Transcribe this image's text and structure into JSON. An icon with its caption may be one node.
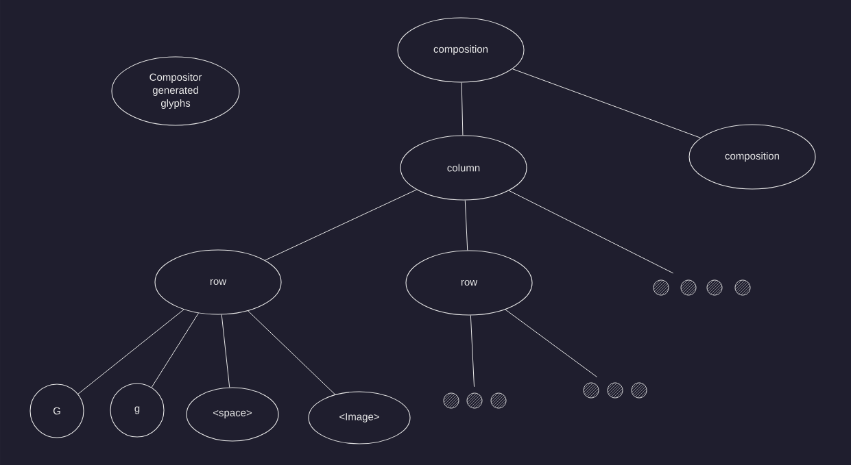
{
  "diagram": {
    "nodes": [
      {
        "text": [
          "composition"
        ]
      },
      {
        "text": [
          "Compositor generated glyphs"
        ]
      },
      {
        "text": [
          "composition"
        ]
      },
      {
        "text": [
          "column"
        ]
      },
      {
        "text": [
          "row"
        ]
      },
      {
        "text": [
          "row"
        ]
      },
      {
        "text": [],
        "shape": "circle"
      },
      {
        "text": [
          "G"
        ]
      },
      {
        "text": [
          "g"
        ]
      },
      {
        "text": [
          "<space>"
        ]
      },
      {
        "text": [
          "<Image>"
        ]
      },
      {
        "text": [],
        "shape": "circle"
      },
      {
        "text": [],
        "shape": "circle"
      }
    ],
    "edges": [
      {
        "from": 0,
        "to": 3,
        "arrow": "none"
      },
      {
        "from": 0,
        "to": 2,
        "arrow": "none"
      },
      {
        "from": 3,
        "to": 4,
        "arrow": "none"
      },
      {
        "from": 3,
        "to": 5,
        "arrow": "none"
      },
      {
        "from": 3,
        "to": 6,
        "arrow": "none"
      },
      {
        "from": 4,
        "to": 7,
        "arrow": "none"
      },
      {
        "from": 4,
        "to": 8,
        "arrow": "none"
      },
      {
        "from": 4,
        "to": 9,
        "arrow": "none"
      },
      {
        "from": 4,
        "to": 10,
        "arrow": "none"
      },
      {
        "from": 5,
        "to": 11,
        "arrow": "none"
      },
      {
        "from": 5,
        "to": 12,
        "arrow": "none"
      }
    ]
  }
}
